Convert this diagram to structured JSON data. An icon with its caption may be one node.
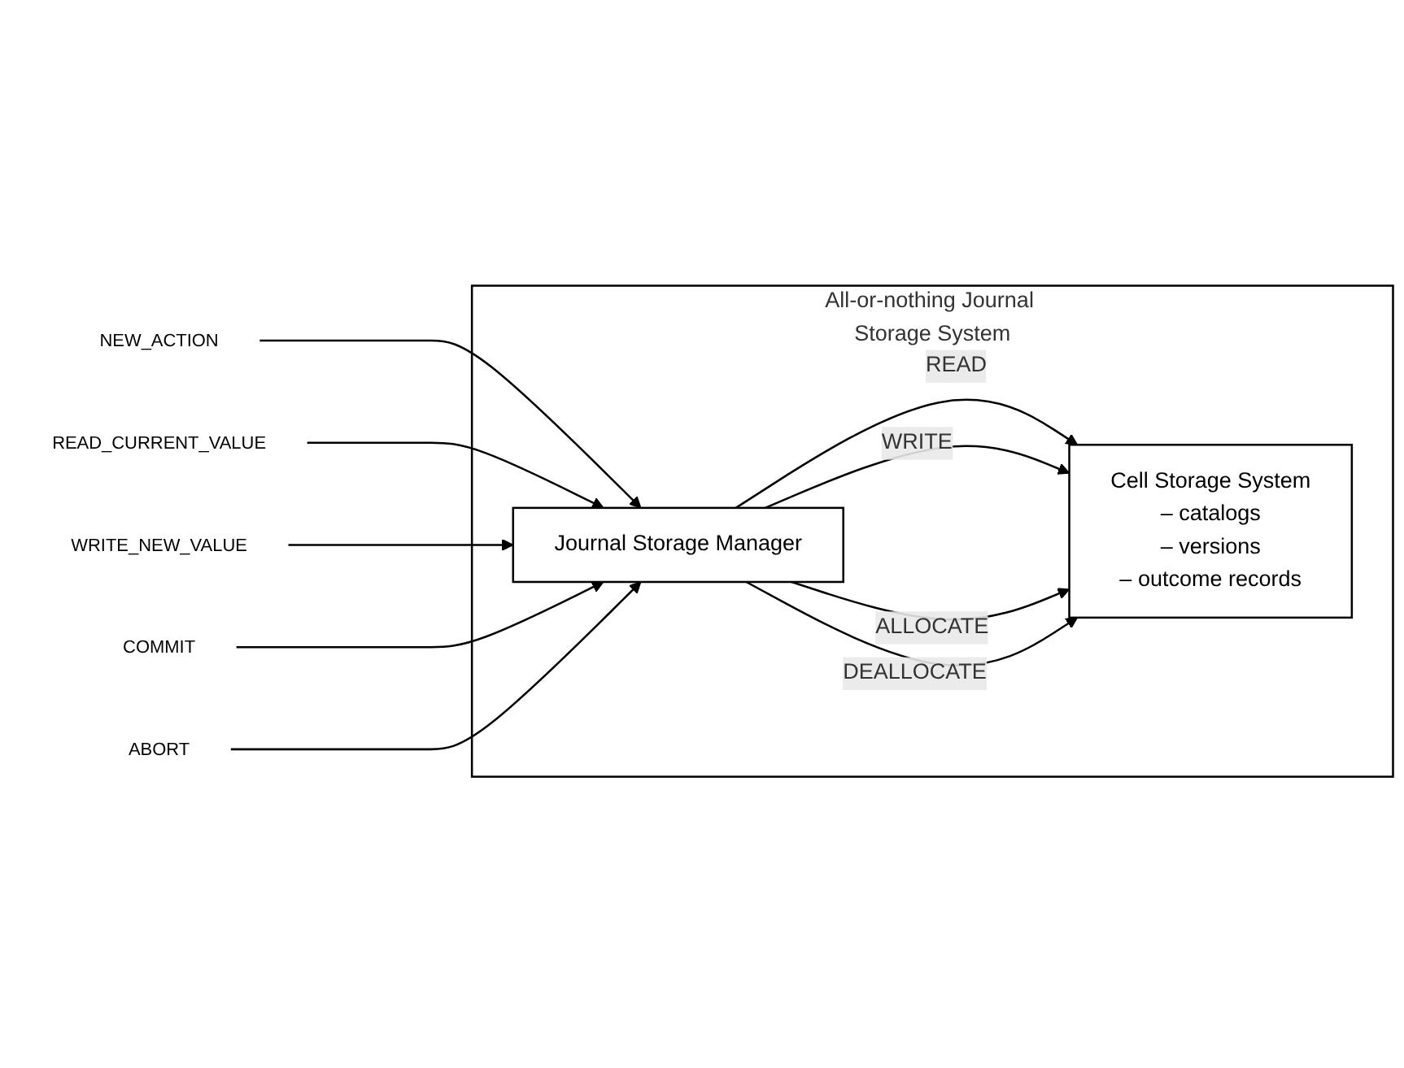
{
  "diagram": {
    "nodes": [
      {
        "text": [
          "NEW_ACTION"
        ]
      },
      {
        "text": [
          "READ_CURRENT_VALUE"
        ]
      },
      {
        "text": [
          "WRITE_NEW_VALUE"
        ]
      },
      {
        "text": [
          "COMMIT"
        ]
      },
      {
        "text": [
          "ABORT"
        ]
      },
      {
        "text": [
          "All-or-nothing Journal Storage System"
        ]
      },
      {
        "text": [
          "Journal Storage Manager"
        ],
        "in": 5
      },
      {
        "text": [
          "Cell Storage System",
          "– catalogs",
          "– versions",
          "– outcome records"
        ],
        "in": 5
      }
    ],
    "edges": [
      {
        "from": 0,
        "to": 6,
        "arrow": "to"
      },
      {
        "from": 1,
        "to": 6,
        "arrow": "to"
      },
      {
        "from": 2,
        "to": 6,
        "arrow": "to"
      },
      {
        "from": 3,
        "to": 6,
        "arrow": "to"
      },
      {
        "from": 4,
        "to": 6,
        "arrow": "to"
      },
      {
        "from": 6,
        "to": 7,
        "label": "READ",
        "arrow": "to"
      },
      {
        "from": 6,
        "to": 7,
        "label": "WRITE",
        "arrow": "to"
      },
      {
        "from": 6,
        "to": 7,
        "label": "ALLOCATE",
        "arrow": "to"
      },
      {
        "from": 6,
        "to": 7,
        "label": "DEALLOCATE",
        "arrow": "to"
      }
    ]
  }
}
